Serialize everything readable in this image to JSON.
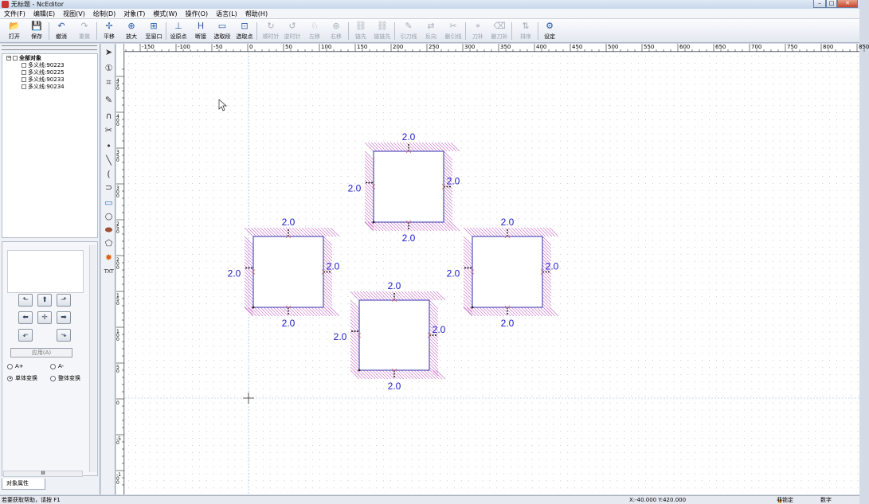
{
  "window": {
    "title": "无标题 - NcEditor"
  },
  "menu": [
    "文件(F)",
    "编辑(E)",
    "视图(V)",
    "绘制(D)",
    "对象(T)",
    "模式(W)",
    "操作(O)",
    "语言(L)",
    "帮助(H)"
  ],
  "toolbar": {
    "buttons": [
      {
        "label": "打开",
        "icon": "folder-open-icon",
        "enabled": true
      },
      {
        "label": "保存",
        "icon": "save-disk-icon",
        "enabled": true
      },
      {
        "label": "撤消",
        "icon": "undo-arrow-icon",
        "enabled": true
      },
      {
        "label": "重做",
        "icon": "redo-arrow-icon",
        "enabled": false
      },
      {
        "label": "平移",
        "icon": "pan-cross-icon",
        "enabled": true
      },
      {
        "label": "放大",
        "icon": "zoom-in-icon",
        "enabled": true
      },
      {
        "label": "至窗口",
        "icon": "fit-window-icon",
        "enabled": true
      },
      {
        "label": "设原点",
        "icon": "origin-icon",
        "enabled": true
      },
      {
        "label": "断接",
        "icon": "break-join-icon",
        "enabled": true
      },
      {
        "label": "选取段",
        "icon": "select-segment-icon",
        "enabled": true
      },
      {
        "label": "选取点",
        "icon": "select-point-icon",
        "enabled": true
      },
      {
        "label": "顺时针",
        "icon": "clockwise-icon",
        "enabled": false
      },
      {
        "label": "逆时针",
        "icon": "counterclockwise-icon",
        "enabled": false
      },
      {
        "label": "左移",
        "icon": "move-left-icon",
        "enabled": false
      },
      {
        "label": "右移",
        "icon": "move-right-icon",
        "enabled": false
      },
      {
        "label": "链先",
        "icon": "chain-first-icon",
        "enabled": false
      },
      {
        "label": "链链先",
        "icon": "chain-chain-first-icon",
        "enabled": false
      },
      {
        "label": "引刀线",
        "icon": "lead-line-icon",
        "enabled": false
      },
      {
        "label": "反向",
        "icon": "reverse-icon",
        "enabled": false
      },
      {
        "label": "删引线",
        "icon": "delete-lead-icon",
        "enabled": false
      },
      {
        "label": "刀补",
        "icon": "tool-comp-icon",
        "enabled": false
      },
      {
        "label": "删刀补",
        "icon": "delete-tool-comp-icon",
        "enabled": false
      },
      {
        "label": "排序",
        "icon": "sort-icon",
        "enabled": false
      },
      {
        "label": "设定",
        "icon": "settings-gear-icon",
        "enabled": true
      }
    ]
  },
  "tree": {
    "root": "全部对象",
    "items": [
      "多义线:90223",
      "多义线:90225",
      "多义线:90233",
      "多义线:90234"
    ]
  },
  "props": {
    "apply_label": "应用(A)",
    "radio_a_plus": "A+",
    "radio_a_minus": "A-",
    "radio_single": "单体变换",
    "radio_whole": "整体变换",
    "hscroll_thumb": "III",
    "tab_label": "对象属性"
  },
  "ruler": {
    "h_labels": [
      "-150",
      "-100",
      "-50",
      "0",
      "50",
      "100",
      "150",
      "200",
      "250",
      "300",
      "350",
      "400",
      "450",
      "500",
      "550",
      "600",
      "650",
      "700",
      "750",
      "800",
      "850"
    ],
    "v_labels": [
      "4 5 0",
      "4 0 0",
      "3 5 0",
      "3 0 0",
      "2 5 0",
      "2 0 0",
      "1 5 0",
      "1 0 0",
      "5 0",
      "0",
      "-5 0",
      "-1 0 0"
    ]
  },
  "drawing": {
    "offset_label": "2.0",
    "hatch_color": "#cc77cc",
    "shape_color": "#3030b0",
    "text_color": "#2020c8"
  },
  "toolstrip": [
    "arrow-pointer-icon",
    "circle-one-icon",
    "node-select-icon",
    "pencil-icon",
    "magnet-icon",
    "scissors-icon",
    "point-icon",
    "line-icon",
    "arc-icon",
    "slot-icon",
    "rectangle-icon",
    "circle-icon",
    "ellipse-icon",
    "polygon-icon",
    "star-icon",
    "text-icon"
  ],
  "status": {
    "help": "若要获取帮助，请按 F1",
    "coords": "X:-40.000  Y:420.000",
    "lock": "非锁定",
    "mode": "数字"
  }
}
